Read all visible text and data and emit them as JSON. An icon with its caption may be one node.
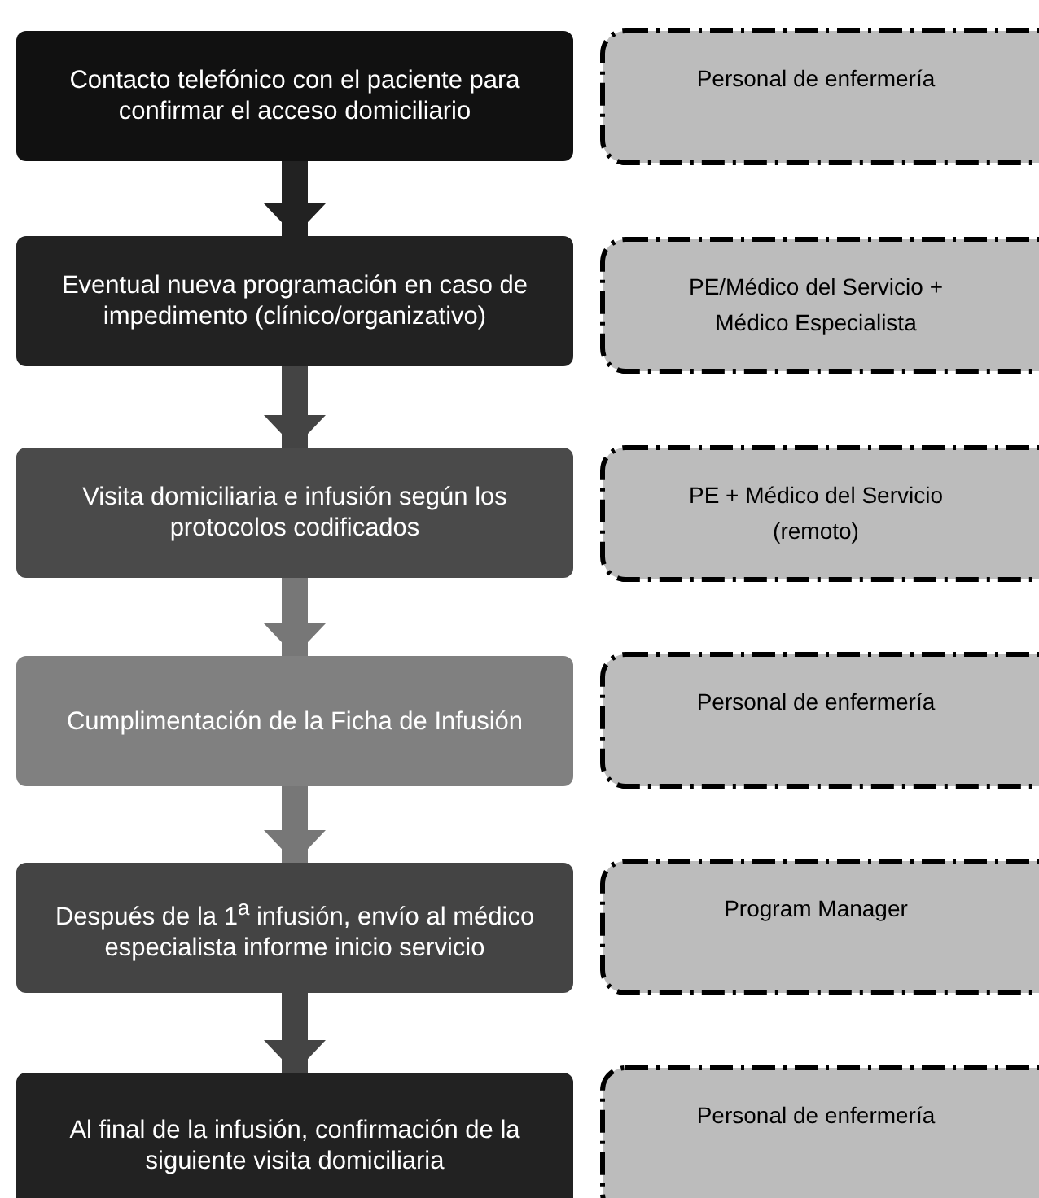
{
  "diagram": {
    "nodes": [
      {
        "text": [
          "Contacto telefónico con el paciente para confirmar el acceso domiciliario"
        ]
      },
      {
        "text": [
          "Personal de enfermería"
        ]
      },
      {
        "text": [
          "Eventual nueva programación en caso de impedimento (clínico/organizativo)"
        ]
      },
      {
        "text": [
          "PE/Médico del Servicio + Médico Especialista"
        ]
      },
      {
        "text": [
          "Visita domiciliaria e infusión según los protocolos codificados"
        ]
      },
      {
        "text": [
          "PE + Médico del Servicio (remoto)"
        ]
      },
      {
        "text": [
          "Cumplimentación de la Ficha de Infusión"
        ]
      },
      {
        "text": [
          "Personal de enfermería"
        ]
      },
      {
        "text": [
          "Después de la 1$^{a}$ infusión, envío al médico especialista informe inicio servicio"
        ]
      },
      {
        "text": [
          "Program Manager"
        ]
      },
      {
        "text": [
          "Al final de la infusión, confirmación de la siguiente visita domiciliaria"
        ]
      },
      {
        "text": [
          "Personal de enfermería"
        ]
      }
    ],
    "edges": [
      {
        "from": 0,
        "to": 2,
        "arrow": "to",
        "color": "#222222"
      },
      {
        "from": 2,
        "to": 4,
        "arrow": "to",
        "color": "#444444"
      },
      {
        "from": 4,
        "to": 6,
        "arrow": "to",
        "color": "#777777"
      },
      {
        "from": 6,
        "to": 8,
        "arrow": "to",
        "color": "#777777"
      },
      {
        "from": 8,
        "to": 10,
        "arrow": "to",
        "color": "#444444"
      }
    ]
  }
}
